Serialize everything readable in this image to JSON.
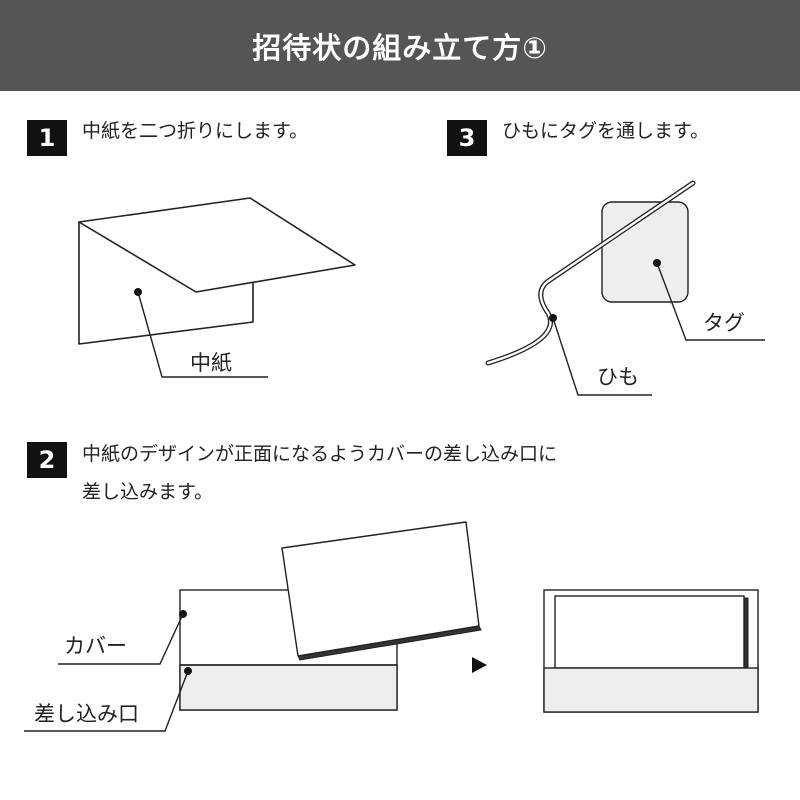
{
  "header": {
    "title": "招待状の組み立て方①"
  },
  "steps": [
    {
      "number": "1",
      "text": "中紙を二つ折りにします。"
    },
    {
      "number": "2",
      "text_line1": "中紙のデザインが正面になるようカバーの差し込み口に",
      "text_line2": "差し込みます。"
    },
    {
      "number": "3",
      "text": "ひもにタグを通します。"
    }
  ],
  "labels": {
    "inner_paper": "中紙",
    "tag": "タグ",
    "string": "ひも",
    "cover": "カバー",
    "slot": "差し込み口"
  },
  "colors": {
    "header_bg": "#555555",
    "badge_bg": "#111111",
    "slot_fill": "#eeeeee"
  }
}
